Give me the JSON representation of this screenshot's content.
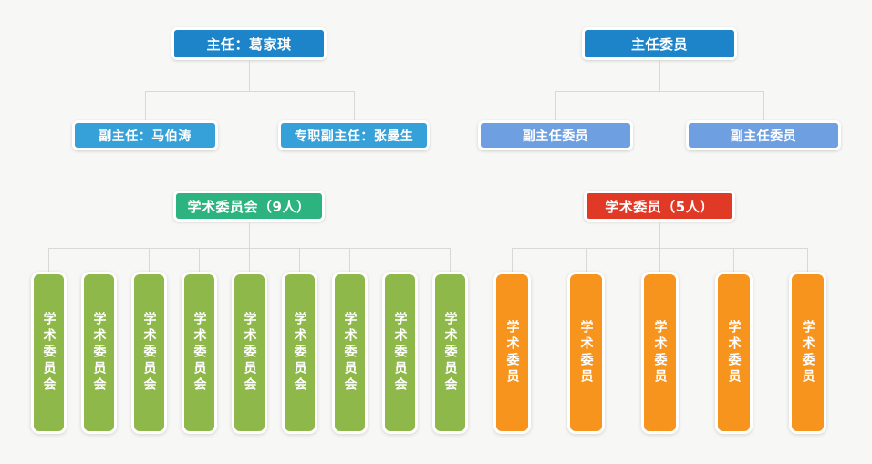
{
  "background_color": "#f7f7f5",
  "chart_data": {
    "type": "diagram",
    "title": "",
    "layout": "two independent organization trees side by side",
    "trees": [
      {
        "id": "left-tree",
        "accent_color": "#1d84c9",
        "root": {
          "label": "主任：葛家琪",
          "color": "#1d84c9"
        },
        "children": [
          {
            "label": "副主任：马伯涛",
            "color": "#36a0d8"
          },
          {
            "label": "专职副主任：张曼生",
            "color": "#36a0d8"
          }
        ]
      },
      {
        "id": "right-tree",
        "accent_color": "#1d84c9",
        "root": {
          "label": "主任委员",
          "color": "#1d84c9"
        },
        "children": [
          {
            "label": "副主任委员",
            "color": "#6e9fe0"
          },
          {
            "label": "副主任委员",
            "color": "#6e9fe0"
          }
        ]
      },
      {
        "id": "left-committee-tree",
        "accent_color": "#2cb37f",
        "root": {
          "label": "学术委员会（9人）",
          "color": "#2cb37f"
        },
        "leaf_count": 9,
        "leaf_label": "学术委员会",
        "leaf_color": "#8fb84a"
      },
      {
        "id": "right-committee-tree",
        "accent_color": "#e03a27",
        "root": {
          "label": "学术委员（5人）",
          "color": "#e03a27"
        },
        "leaf_count": 5,
        "leaf_label": "学术委员",
        "leaf_color": "#f7941d"
      }
    ]
  },
  "left_tree": {
    "root_label": "主任：葛家琪",
    "child_1_label": "副主任：马伯涛",
    "child_2_label": "专职副主任：张曼生"
  },
  "right_tree": {
    "root_label": "主任委员",
    "child_1_label": "副主任委员",
    "child_2_label": "副主任委员"
  },
  "left_committee": {
    "header_label": "学术委员会（9人）",
    "leaves": [
      {
        "label": "学术委员会"
      },
      {
        "label": "学术委员会"
      },
      {
        "label": "学术委员会"
      },
      {
        "label": "学术委员会"
      },
      {
        "label": "学术委员会"
      },
      {
        "label": "学术委员会"
      },
      {
        "label": "学术委员会"
      },
      {
        "label": "学术委员会"
      },
      {
        "label": "学术委员会"
      }
    ]
  },
  "right_committee": {
    "header_label": "学术委员（5人）",
    "leaves": [
      {
        "label": "学术委员"
      },
      {
        "label": "学术委员"
      },
      {
        "label": "学术委员"
      },
      {
        "label": "学术委员"
      },
      {
        "label": "学术委员"
      }
    ]
  }
}
